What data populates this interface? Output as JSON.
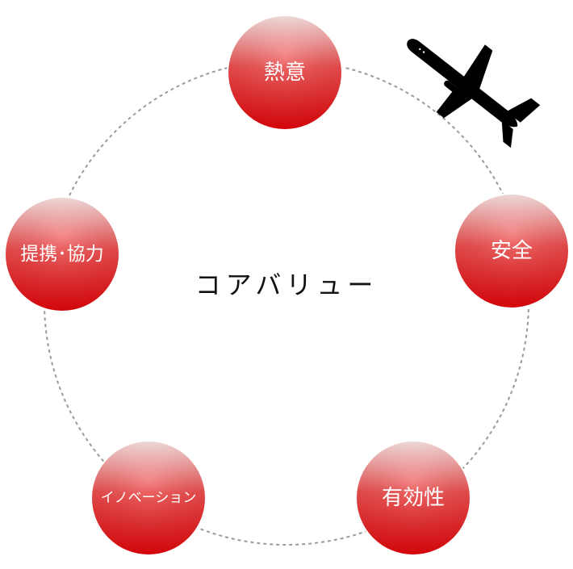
{
  "title": "コアバリュー",
  "values": [
    {
      "id": "passion",
      "label": "熱意"
    },
    {
      "id": "safety",
      "label": "安全"
    },
    {
      "id": "effectiveness",
      "label": "有効性"
    },
    {
      "id": "innovation",
      "label": "イノベーション"
    },
    {
      "id": "partnership",
      "label": "提携･協力"
    }
  ],
  "colors": {
    "node_top": "#fbe3e3",
    "node_mid": "#ee4a4a",
    "node_bottom": "#e0060b",
    "ring": "#9a9a9a",
    "airplane": "#000000"
  },
  "icons": [
    "airplane-icon"
  ]
}
